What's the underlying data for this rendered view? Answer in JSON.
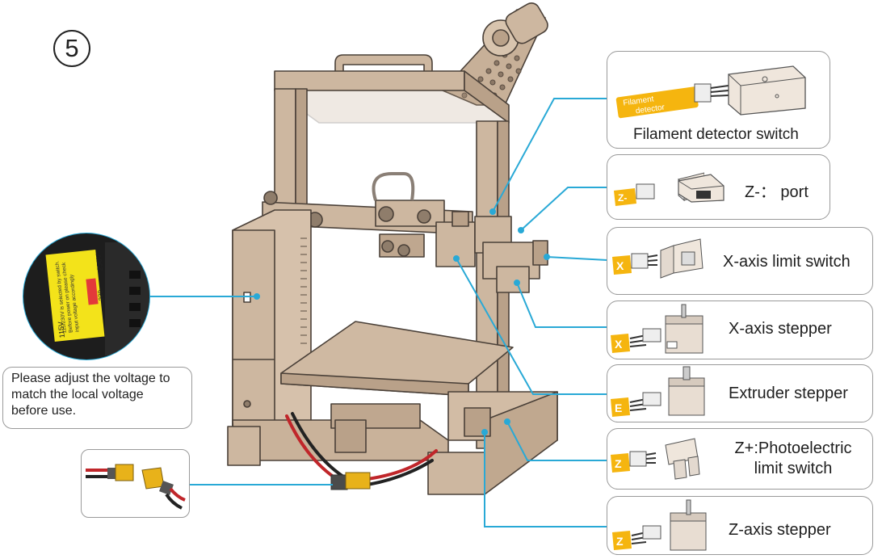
{
  "step_number": "5",
  "voltage_photo": {
    "label_text": "115/230V is selected by switch. Before power on please check input voltage accordingly",
    "switch_value_230": "230",
    "switch_value_115": "115V",
    "switch_value_230v": "230V"
  },
  "voltage_note": "Please adjust the voltage to match the local voltage before use.",
  "callouts": {
    "filament": {
      "tag_text": "Filament detector",
      "title": "Filament detector switch"
    },
    "z_minus": {
      "tag": "Z-",
      "title": "Z-： port"
    },
    "x_limit": {
      "tag": "X",
      "title": "X-axis limit switch"
    },
    "x_stepper": {
      "tag": "X",
      "title": "X-axis stepper"
    },
    "e_stepper": {
      "tag": "E",
      "title": "Extruder stepper"
    },
    "z_photo": {
      "tag": "Z",
      "title_line1": "Z+:Photoelectric",
      "title_line2": "limit switch"
    },
    "z_stepper": {
      "tag": "Z",
      "title": "Z-axis stepper"
    }
  },
  "colors": {
    "leader_line": "#29a9d6",
    "printer_frame": "#cdb7a0",
    "printer_outline": "#4a4038",
    "tag_yellow": "#f5b50f",
    "box_border": "#9a9a9a",
    "cable_red": "#c0262a",
    "connector_yellow": "#e8b21a"
  }
}
